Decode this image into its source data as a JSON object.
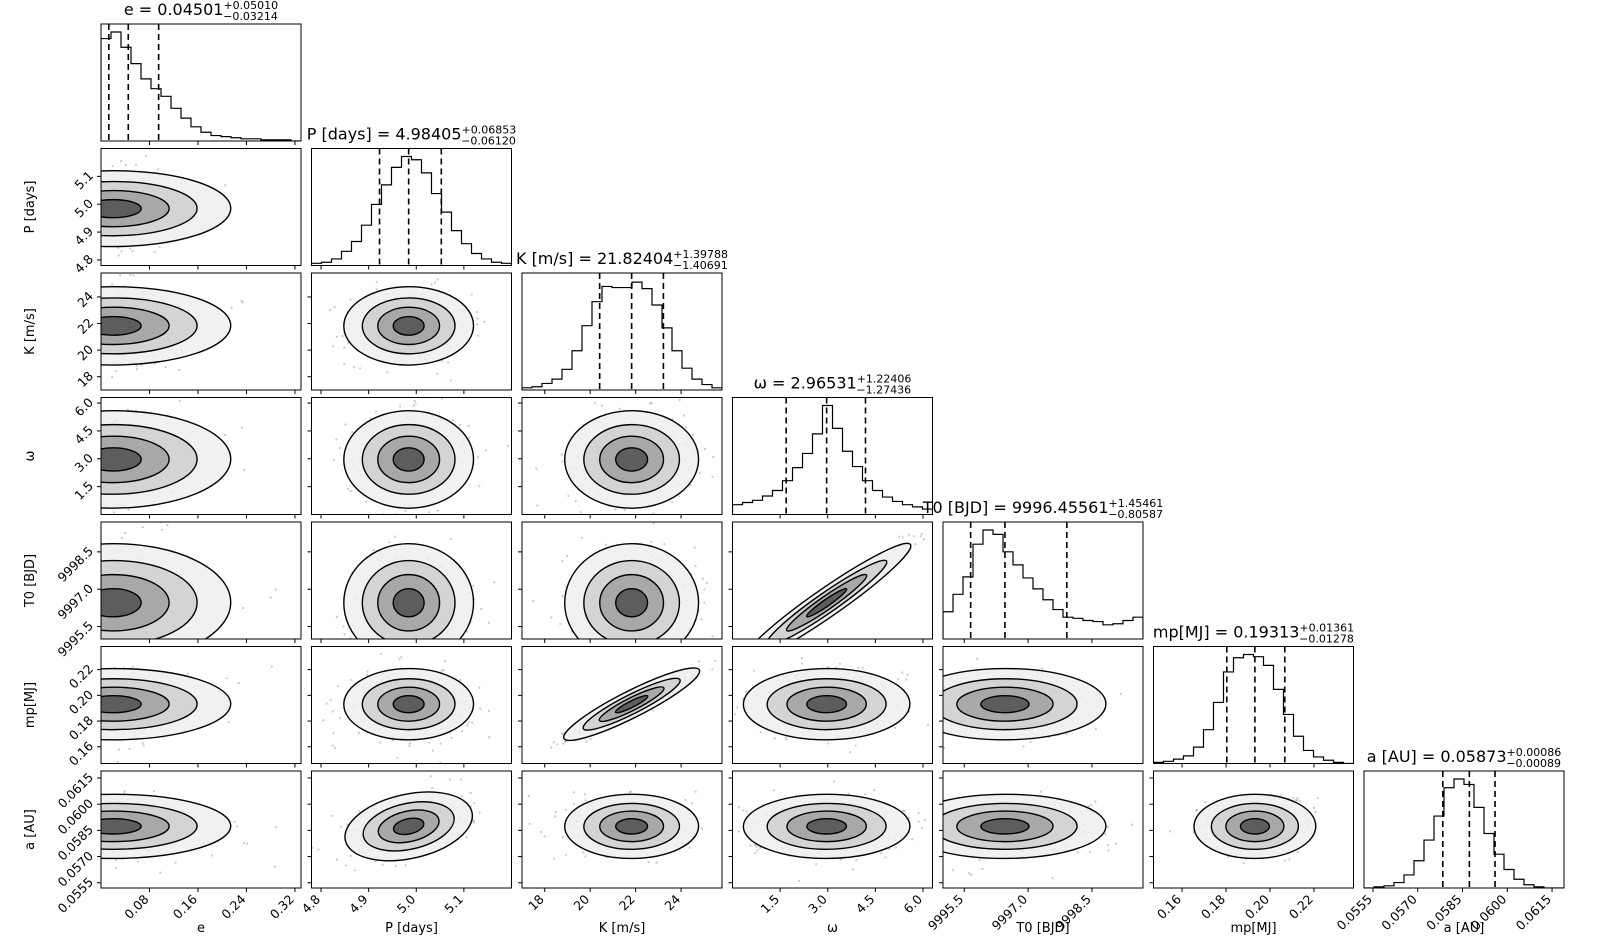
{
  "chart_data": {
    "type": "corner",
    "parameters": [
      {
        "label": "e",
        "ticks": [
          0.08,
          0.16,
          0.24,
          0.32
        ],
        "ytick_labels": [],
        "range": [
          0.0,
          0.33
        ],
        "median": 0.04501,
        "plus": 0.0501,
        "minus": 0.03214,
        "title": "e = 0.04501",
        "title_sup": "+0.05010",
        "title_sub": "−0.03214",
        "tick_labels": [
          "0.08",
          "0.16",
          "0.24",
          "0.32"
        ]
      },
      {
        "label": "P [days]",
        "ticks": [
          4.8,
          4.9,
          5.0,
          5.1
        ],
        "range": [
          4.78,
          5.2
        ],
        "median": 4.98405,
        "plus": 0.06853,
        "minus": 0.0612,
        "title": "P [days] = 4.98405",
        "title_sup": "+0.06853",
        "title_sub": "−0.06120",
        "tick_labels": [
          "4.8",
          "4.9",
          "5.0",
          "5.1"
        ]
      },
      {
        "label": "K [m/s]",
        "ticks": [
          18,
          20,
          22,
          24
        ],
        "range": [
          17.0,
          25.8
        ],
        "median": 21.82404,
        "plus": 1.39788,
        "minus": 1.40691,
        "title": "K [m/s] = 21.82404",
        "title_sup": "+1.39788",
        "title_sub": "−1.40691",
        "tick_labels": [
          "18",
          "20",
          "22",
          "24"
        ]
      },
      {
        "label": "ω",
        "ticks": [
          1.5,
          3.0,
          4.5,
          6.0
        ],
        "range": [
          0.0,
          6.3
        ],
        "median": 2.96531,
        "plus": 1.22406,
        "minus": 1.27436,
        "title": "ω = 2.96531",
        "title_sup": "+1.22406",
        "title_sub": "−1.27436",
        "tick_labels": [
          "1.5",
          "3.0",
          "4.5",
          "6.0"
        ]
      },
      {
        "label": "T0 [BJD]",
        "ticks": [
          9995.5,
          9997.0,
          9998.5
        ],
        "range": [
          9995.0,
          9999.7
        ],
        "median": 9996.45561,
        "plus": 1.45461,
        "minus": 0.80587,
        "title": "T0 [BJD] = 9996.45561",
        "title_sup": "+1.45461",
        "title_sub": "−0.80587",
        "tick_labels": [
          "9995.5",
          "9997.0",
          "9998.5"
        ]
      },
      {
        "label": "mp[MJ]",
        "ticks": [
          0.16,
          0.18,
          0.2,
          0.22
        ],
        "range": [
          0.147,
          0.238
        ],
        "median": 0.19313,
        "plus": 0.01361,
        "minus": 0.01278,
        "title": "mp[MJ] = 0.19313",
        "title_sup": "+0.01361",
        "title_sub": "−0.01278",
        "tick_labels": [
          "0.16",
          "0.18",
          "0.20",
          "0.22"
        ]
      },
      {
        "label": "a [AU]",
        "ticks": [
          0.0555,
          0.057,
          0.0585,
          0.06,
          0.0615
        ],
        "range": [
          0.0552,
          0.0619
        ],
        "median": 0.05873,
        "plus": 0.00086,
        "minus": 0.00089,
        "title": "a [AU] = 0.05873",
        "title_sup": "+0.00086",
        "title_sub": "−0.00089",
        "tick_labels": [
          "0.0555",
          "0.0570",
          "0.0585",
          "0.0600",
          "0.0615"
        ]
      }
    ],
    "histograms": [
      [
        0.94,
        1.0,
        0.86,
        0.71,
        0.57,
        0.48,
        0.41,
        0.3,
        0.21,
        0.13,
        0.08,
        0.05,
        0.04,
        0.03,
        0.02,
        0.02,
        0.01,
        0.01,
        0.01,
        0.0
      ],
      [
        0.02,
        0.03,
        0.06,
        0.13,
        0.22,
        0.37,
        0.56,
        0.74,
        0.9,
        1.0,
        0.97,
        0.85,
        0.66,
        0.49,
        0.32,
        0.2,
        0.11,
        0.06,
        0.03,
        0.02
      ],
      [
        0.02,
        0.03,
        0.06,
        0.1,
        0.19,
        0.36,
        0.59,
        0.81,
        0.95,
        0.94,
        0.94,
        0.99,
        0.93,
        0.78,
        0.57,
        0.36,
        0.2,
        0.1,
        0.05,
        0.02
      ],
      [
        0.09,
        0.11,
        0.13,
        0.17,
        0.22,
        0.31,
        0.43,
        0.56,
        0.74,
        1.0,
        0.79,
        0.58,
        0.44,
        0.31,
        0.22,
        0.16,
        0.12,
        0.09,
        0.07,
        0.05
      ],
      [
        0.25,
        0.41,
        0.57,
        0.87,
        1.0,
        0.96,
        0.8,
        0.68,
        0.56,
        0.46,
        0.36,
        0.27,
        0.2,
        0.19,
        0.17,
        0.16,
        0.13,
        0.14,
        0.17,
        0.2
      ],
      [
        0.01,
        0.02,
        0.04,
        0.07,
        0.15,
        0.31,
        0.56,
        0.84,
        0.97,
        1.0,
        0.98,
        0.9,
        0.68,
        0.45,
        0.25,
        0.12,
        0.06,
        0.03,
        0.01,
        0.0
      ],
      [
        0.0,
        0.01,
        0.02,
        0.05,
        0.12,
        0.25,
        0.44,
        0.66,
        0.92,
        1.0,
        0.95,
        0.74,
        0.5,
        0.31,
        0.17,
        0.08,
        0.03,
        0.01,
        0.0,
        0.0
      ]
    ],
    "quantile_lines": "dashed",
    "scatter_color": "#888888",
    "contour_color": "#000000"
  }
}
